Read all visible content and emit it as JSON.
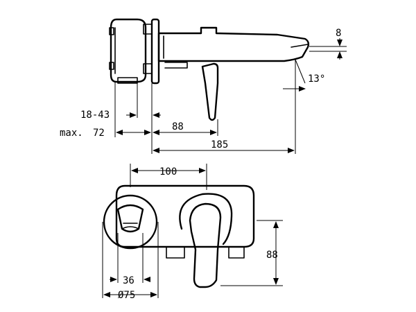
{
  "dimensions": {
    "side_view": {
      "spout_offset": "8",
      "spout_angle": "13°",
      "wall_depth_range": "18-43",
      "max_depth_prefix": "max.",
      "max_depth_value": "72",
      "plate_to_lever": "88",
      "total_projection": "185"
    },
    "front_view": {
      "spout_spacing": "100",
      "lever_height": "88",
      "flow_width": "36",
      "rosette_diameter": "Ø75"
    }
  }
}
